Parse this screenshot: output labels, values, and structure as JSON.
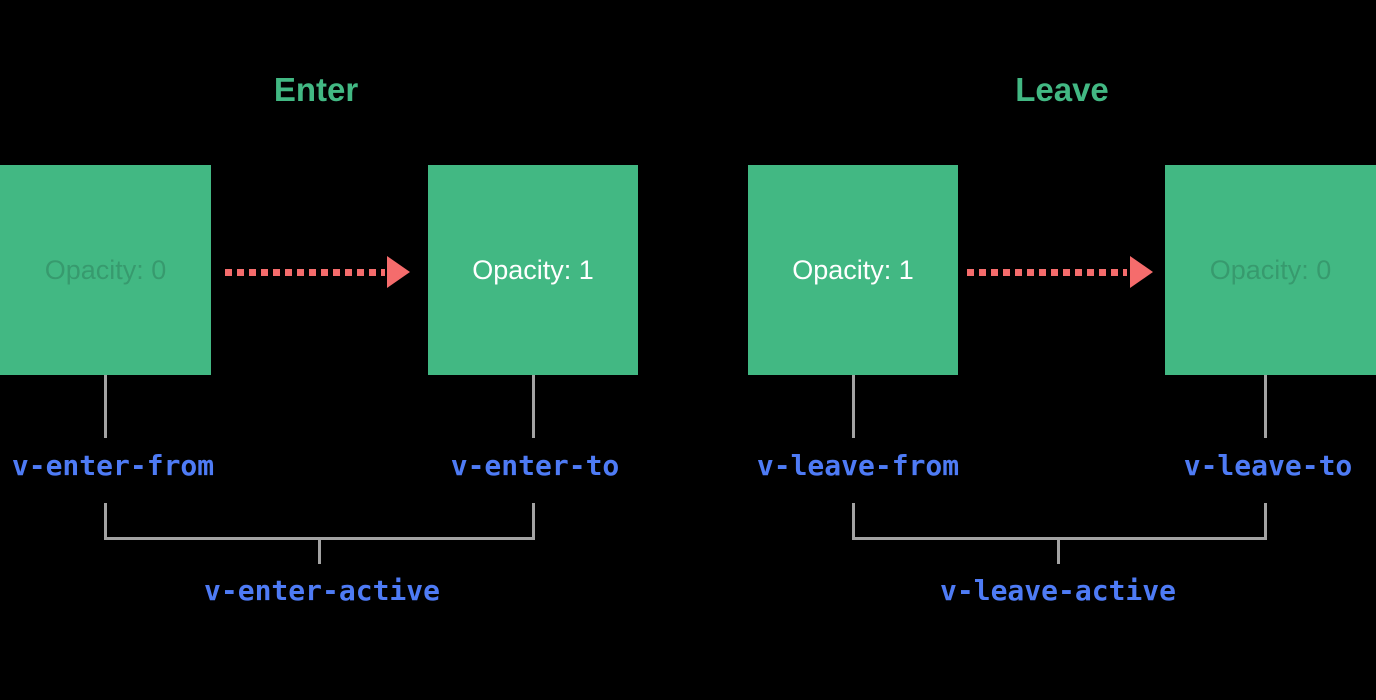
{
  "colors": {
    "bg": "#000000",
    "green": "#42b883",
    "red": "#f56c6c",
    "blue": "#4e7bf5",
    "gray": "#a3a3a3",
    "white": "#ffffff"
  },
  "enter": {
    "title": "Enter",
    "from_box": {
      "opacity_label": "Opacity: 0"
    },
    "to_box": {
      "opacity_label": "Opacity: 1"
    },
    "labels": {
      "from": "v-enter-from",
      "to": "v-enter-to",
      "active": "v-enter-active"
    }
  },
  "leave": {
    "title": "Leave",
    "from_box": {
      "opacity_label": "Opacity: 1"
    },
    "to_box": {
      "opacity_label": "Opacity: 0"
    },
    "labels": {
      "from": "v-leave-from",
      "to": "v-leave-to",
      "active": "v-leave-active"
    }
  }
}
